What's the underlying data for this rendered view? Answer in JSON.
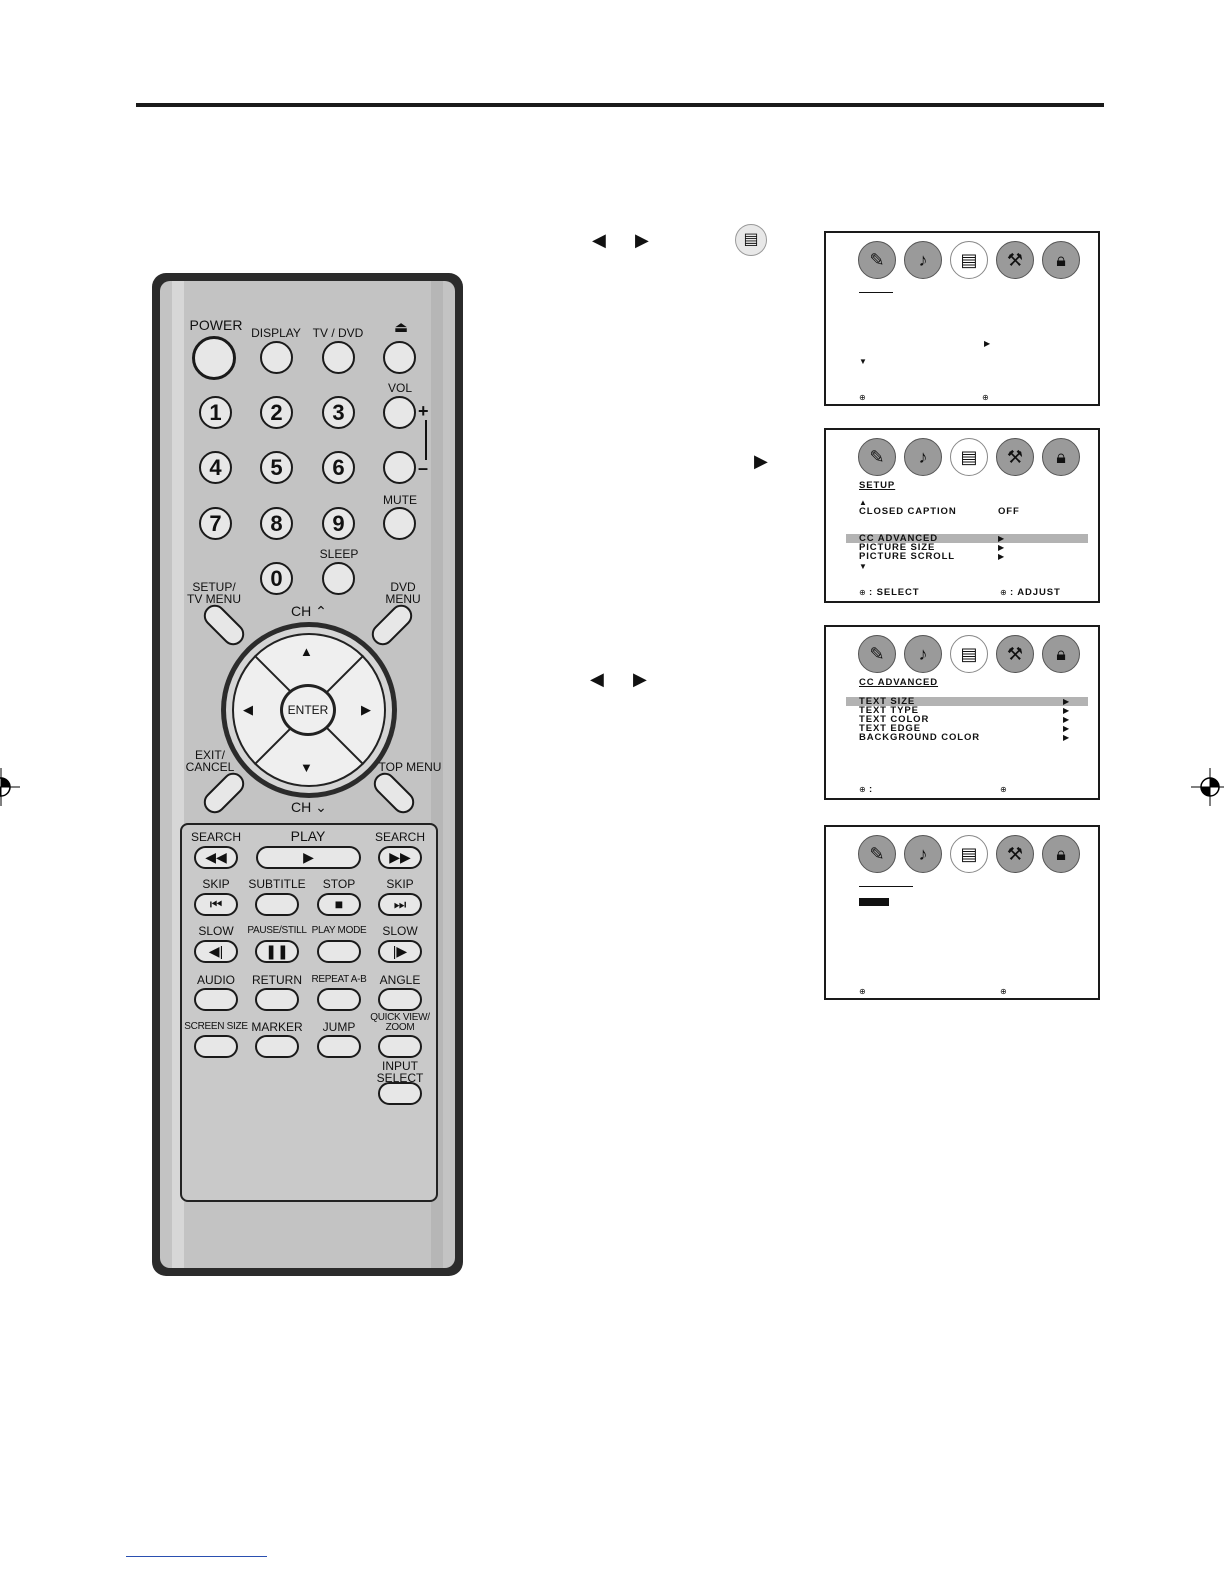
{
  "remote": {
    "buttons": {
      "power": "POWER",
      "display": "DISPLAY",
      "tv_dvd": "TV / DVD",
      "vol": "VOL",
      "mute": "MUTE",
      "sleep": "SLEEP",
      "setup_tv_menu": "SETUP/\nTV MENU",
      "dvd_menu": "DVD\nMENU",
      "ch_up": "CH",
      "ch_down": "CH",
      "enter": "ENTER",
      "exit_cancel": "EXIT/\nCANCEL",
      "top_menu": "TOP MENU",
      "search_left": "SEARCH",
      "play": "PLAY",
      "search_right": "SEARCH",
      "skip_left": "SKIP",
      "subtitle": "SUBTITLE",
      "stop": "STOP",
      "skip_right": "SKIP",
      "slow_left": "SLOW",
      "pause_still": "PAUSE/STILL",
      "play_mode": "PLAY MODE",
      "slow_right": "SLOW",
      "audio": "AUDIO",
      "return": "RETURN",
      "repeat_ab": "REPEAT A-B",
      "angle": "ANGLE",
      "screen_size": "SCREEN SIZE",
      "marker": "MARKER",
      "jump": "JUMP",
      "quick_view_zoom": "QUICK VIEW/\nZOOM",
      "input_select": "INPUT\nSELECT"
    },
    "digits": [
      "1",
      "2",
      "3",
      "4",
      "5",
      "6",
      "7",
      "8",
      "9",
      "0"
    ],
    "vol_plus": "+",
    "vol_minus": "–"
  },
  "osd_screens": [
    {
      "title": "",
      "rows": [],
      "footer_left": "",
      "footer_right": ""
    },
    {
      "title": "SETUP",
      "rows": [
        {
          "label": "CLOSED CAPTION",
          "value": "OFF"
        },
        {
          "label": "CC ADVANCED",
          "value": ""
        },
        {
          "label": "PICTURE SIZE",
          "value": ""
        },
        {
          "label": "PICTURE SCROLL",
          "value": ""
        }
      ],
      "footer_left": ": SELECT",
      "footer_right": ": ADJUST"
    },
    {
      "title": "CC ADVANCED",
      "rows": [
        {
          "label": "TEXT SIZE"
        },
        {
          "label": "TEXT TYPE"
        },
        {
          "label": "TEXT COLOR"
        },
        {
          "label": "TEXT EDGE"
        },
        {
          "label": "BACKGROUND COLOR"
        }
      ],
      "footer_left": ":",
      "footer_right": ""
    },
    {
      "title": "",
      "rows": [],
      "footer_left": "",
      "footer_right": ""
    }
  ],
  "icons": [
    "picture-icon",
    "audio-icon",
    "setup-icon",
    "tools-icon",
    "lock-icon"
  ],
  "colors": {
    "highlight": "#b3b3b3",
    "remote_body": "#c3c3c3",
    "rule": "#1a1a1a"
  }
}
